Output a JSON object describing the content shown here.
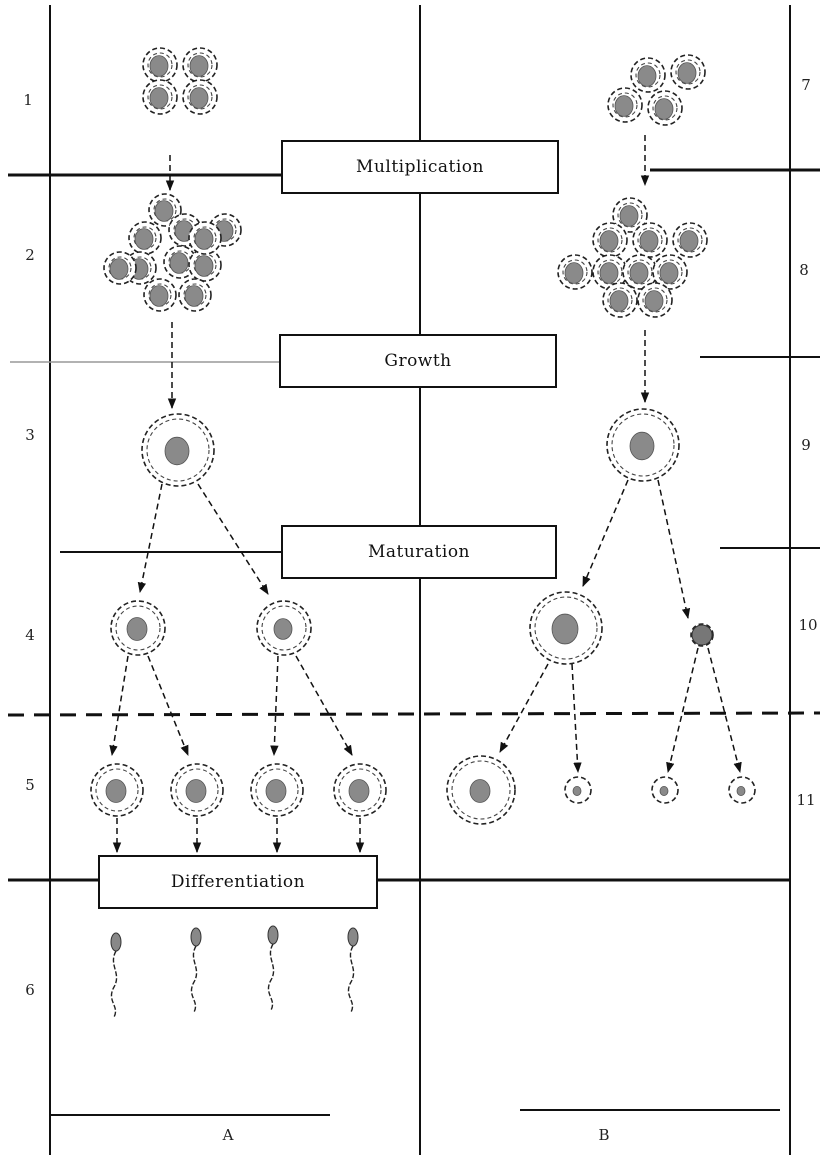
{
  "stages": {
    "multiplication": "Multiplication",
    "growth": "Growth",
    "maturation": "Maturation",
    "differentiation": "Differentiation"
  },
  "row_labels_left": [
    "1",
    "2",
    "3",
    "4",
    "5",
    "6"
  ],
  "row_labels_right": [
    "7",
    "8",
    "9",
    "10",
    "11"
  ],
  "column_labels": {
    "a": "A",
    "b": "B"
  }
}
